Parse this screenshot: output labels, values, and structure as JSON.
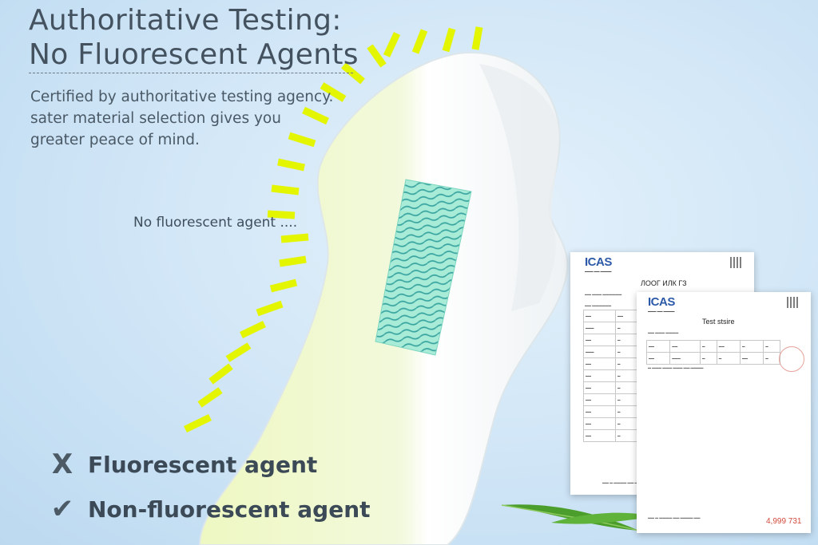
{
  "heading": {
    "line1": "Authoritative Testing:",
    "line2": "No Fluorescent Agents"
  },
  "subtitle": {
    "line1": "Certified by authoritative testing agency.",
    "line2": "sater material selection gives you",
    "line3": "greater peace of mind."
  },
  "callout": "No fluorescent agent ....",
  "legend": {
    "bad": {
      "icon": "x-mark-icon",
      "symbol": "X",
      "label": "Fluorescent agent"
    },
    "good": {
      "icon": "check-mark-icon",
      "symbol": "✔",
      "label": "Non-fluorescent agent"
    }
  },
  "colors": {
    "highlight": "#e4f500",
    "pad_tint": "#eef8c6",
    "core": "#5ccdb0",
    "logo": "#2d5aa8",
    "stamp": "#d24a3c"
  },
  "documents": {
    "back": {
      "logo": "ICAS",
      "heading": "ЛООГ   ИЛК   ГЗ"
    },
    "front": {
      "logo": "ICAS",
      "heading": "Test stsire",
      "code": "4,999 731"
    }
  }
}
